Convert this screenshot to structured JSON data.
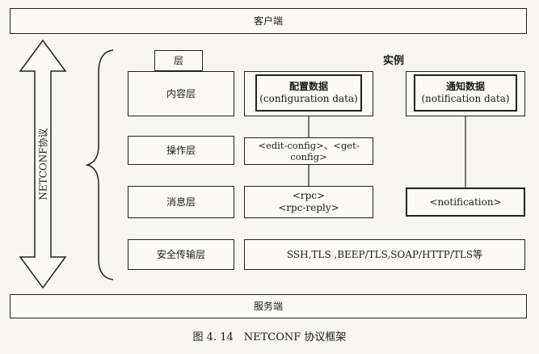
{
  "client": "客户端",
  "server": "服务端",
  "protocol_label": "NETCONF协议",
  "layer_header": "层",
  "instance_header": "实例",
  "layers": [
    "内容层",
    "操作层",
    "消息层",
    "安全传输层"
  ],
  "config_data": {
    "title": "配置数据",
    "subtitle": "(configuration data)"
  },
  "notification_data": {
    "title": "通知数据",
    "subtitle": "(notification data)"
  },
  "operations": "<edit-config>、<get-config>",
  "messages": {
    "rpc": "<rpc>",
    "rpc_reply": "<rpc-reply>"
  },
  "notification_msg": "<notification>",
  "transport": "SSH,TLS ,BEEP/TLS,SOAP/HTTP/TLS等",
  "caption": "图 4. 14　NETCONF 协议框架"
}
